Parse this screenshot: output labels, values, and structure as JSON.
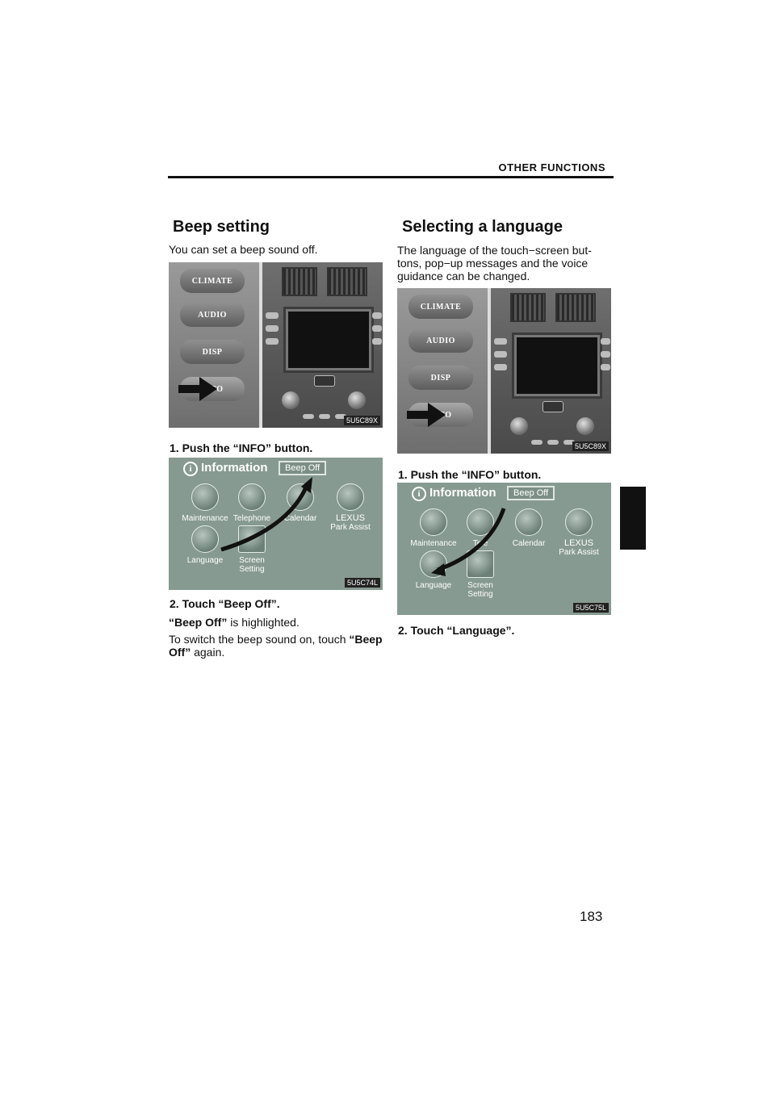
{
  "header": {
    "title": "OTHER FUNCTIONS"
  },
  "left": {
    "title": "Beep setting",
    "intro": "You can set a beep sound off.",
    "figure1": {
      "code": "5U5C89X",
      "buttons": [
        "CLIMATE",
        "AUDIO",
        "DISP",
        "INFO"
      ]
    },
    "step1": "1.  Push the “INFO” button.",
    "figure2": {
      "code": "5U5C74L",
      "screen_title": "Information",
      "beep_button": "Beep Off",
      "items": [
        "Maintenance",
        "Telephone",
        "Calendar",
        "LEXUS",
        "Park Assist",
        "Language",
        "Screen",
        "Setting"
      ]
    },
    "step2": "2.  Touch “Beep Off”.",
    "note1_bold": "“Beep Off”",
    "note1_rest": " is highlighted.",
    "note2_pre": "To switch the beep sound on, touch ",
    "note2_bold1": "“Beep",
    "note2_bold2": "Off”",
    "note2_post": " again."
  },
  "right": {
    "title": "Selecting a language",
    "intro_lines": [
      "The language of the touch−screen but-",
      "tons, pop−up messages and the voice",
      "guidance can be changed."
    ],
    "figure1": {
      "code": "5U5C89X",
      "buttons": [
        "CLIMATE",
        "AUDIO",
        "DISP",
        "INFO"
      ]
    },
    "step1": "1.  Push the “INFO” button.",
    "figure2": {
      "code": "5U5C75L",
      "screen_title": "Information",
      "beep_button": "Beep Off",
      "items": [
        "Maintenance",
        "Tele",
        "Calendar",
        "LEXUS",
        "Park Assist",
        "Language",
        "Screen",
        "Setting"
      ]
    },
    "step2": "2.  Touch “Language”."
  },
  "page_number": "183"
}
